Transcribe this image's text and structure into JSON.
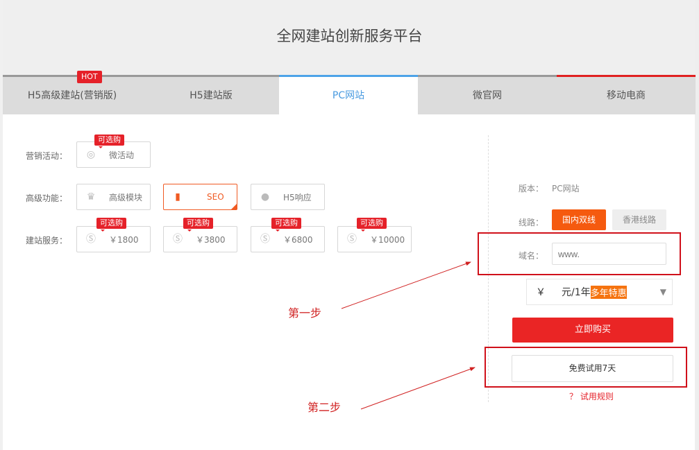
{
  "header": {
    "title": "全网建站创新服务平台"
  },
  "tabs": [
    {
      "label": "H5高级建站(营销版)",
      "badge": "HOT"
    },
    {
      "label": "H5建站版"
    },
    {
      "label": "PC网站"
    },
    {
      "label": "微官网"
    },
    {
      "label": "移动电商"
    }
  ],
  "options": {
    "marketing": {
      "label": "营销活动：",
      "items": [
        {
          "text": "微活动",
          "tag": "可选购",
          "icon": "aperture-icon"
        }
      ]
    },
    "advanced": {
      "label": "高级功能：",
      "items": [
        {
          "text": "高级模块",
          "icon": "crown-icon"
        },
        {
          "text": "SEO",
          "icon": "bar-chart-icon",
          "selected": true
        },
        {
          "text": "H5响应",
          "icon": "globe-icon"
        }
      ]
    },
    "service": {
      "label": "建站服务：",
      "items": [
        {
          "text": "￥1800",
          "tag": "可选购"
        },
        {
          "text": "￥3800",
          "tag": "可选购"
        },
        {
          "text": "￥6800",
          "tag": "可选购"
        },
        {
          "text": "￥10000",
          "tag": "可选购"
        }
      ]
    }
  },
  "order": {
    "version_label": "版本：",
    "version_value": "PC网站",
    "line_label": "线路：",
    "line_options": [
      "国内双线",
      "香港线路"
    ],
    "domain_label": "域名：",
    "domain_placeholder": "www.",
    "price_currency": "￥",
    "price_unit": "元/1年",
    "price_badge": "多年特惠",
    "buy_button": "立即购买",
    "trial_button": "免费试用7天",
    "trial_rules": "？ 试用规则"
  },
  "annotations": {
    "step1": "第一步",
    "step2": "第二步"
  },
  "colors": {
    "accent": "#f05a22",
    "red": "#e52129",
    "blue": "#4a9be0"
  }
}
